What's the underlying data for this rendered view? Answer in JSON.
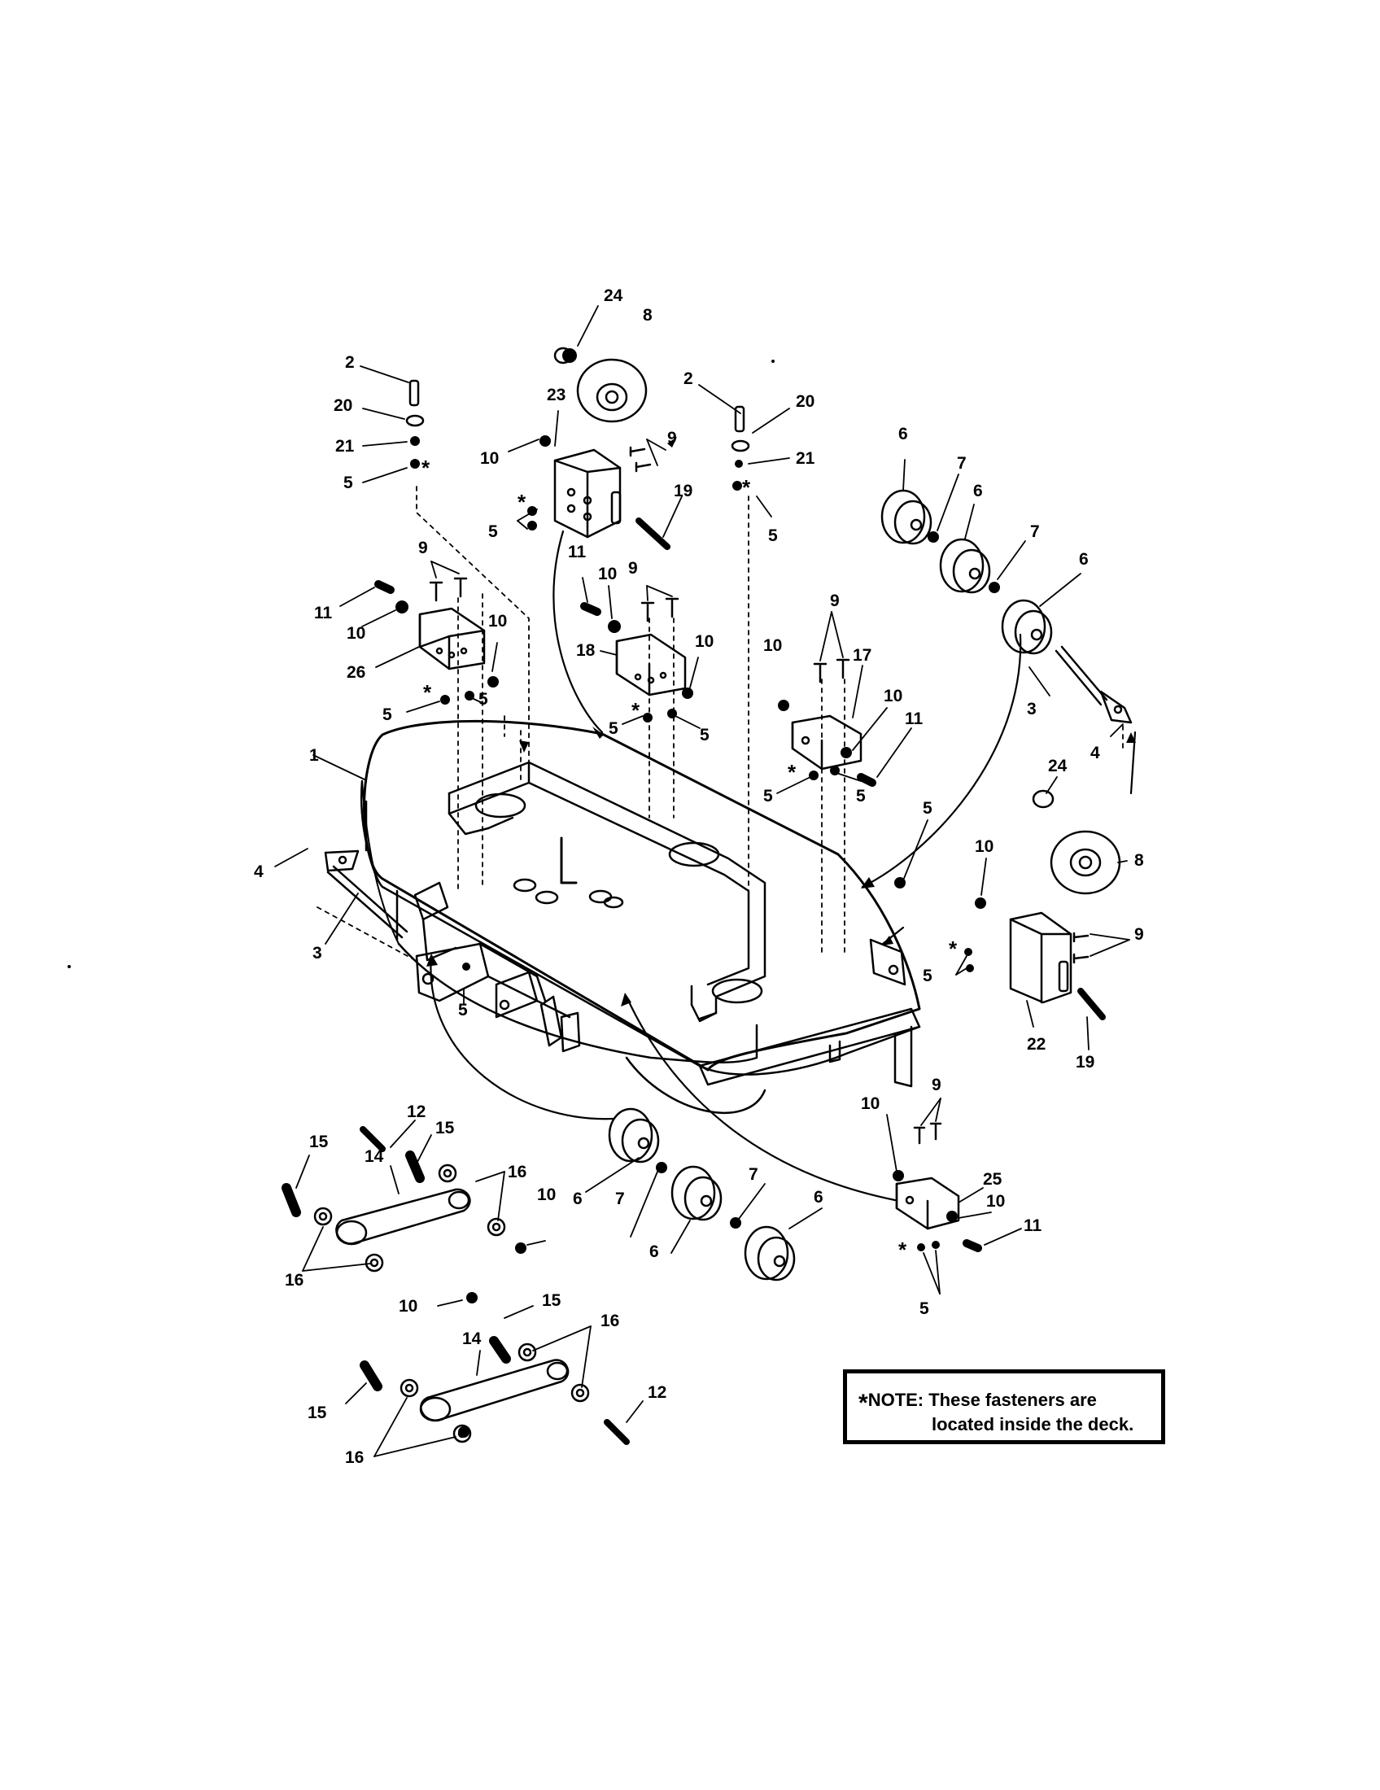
{
  "callouts": [
    {
      "id": "c24a",
      "text": "24"
    },
    {
      "id": "c8a",
      "text": "8"
    },
    {
      "id": "c2a",
      "text": "2"
    },
    {
      "id": "c20a",
      "text": "20"
    },
    {
      "id": "c21a",
      "text": "21"
    },
    {
      "id": "c5a",
      "text": "5"
    },
    {
      "id": "c23",
      "text": "23"
    },
    {
      "id": "c10a",
      "text": "10"
    },
    {
      "id": "c9a",
      "text": "9"
    },
    {
      "id": "c5b",
      "text": "5"
    },
    {
      "id": "c19a",
      "text": "19"
    },
    {
      "id": "c2b",
      "text": "2"
    },
    {
      "id": "c20b",
      "text": "20"
    },
    {
      "id": "c21b",
      "text": "21"
    },
    {
      "id": "c5c",
      "text": "5"
    },
    {
      "id": "c6a",
      "text": "6"
    },
    {
      "id": "c7a",
      "text": "7"
    },
    {
      "id": "c6b",
      "text": "6"
    },
    {
      "id": "c7b",
      "text": "7"
    },
    {
      "id": "c6c",
      "text": "6"
    },
    {
      "id": "c9b",
      "text": "9"
    },
    {
      "id": "c11a",
      "text": "11"
    },
    {
      "id": "c10b",
      "text": "10"
    },
    {
      "id": "c26",
      "text": "26"
    },
    {
      "id": "c10c",
      "text": "10"
    },
    {
      "id": "c5d",
      "text": "5"
    },
    {
      "id": "c5e",
      "text": "5"
    },
    {
      "id": "c11b",
      "text": "11"
    },
    {
      "id": "c10d",
      "text": "10"
    },
    {
      "id": "c9c",
      "text": "9"
    },
    {
      "id": "c18",
      "text": "18"
    },
    {
      "id": "c10e",
      "text": "10"
    },
    {
      "id": "c5f",
      "text": "5"
    },
    {
      "id": "c5g",
      "text": "5"
    },
    {
      "id": "c9d",
      "text": "9"
    },
    {
      "id": "c10f",
      "text": "10"
    },
    {
      "id": "c17",
      "text": "17"
    },
    {
      "id": "c10g",
      "text": "10"
    },
    {
      "id": "c11c",
      "text": "11"
    },
    {
      "id": "c5h",
      "text": "5"
    },
    {
      "id": "c5i",
      "text": "5"
    },
    {
      "id": "c3a",
      "text": "3"
    },
    {
      "id": "c4a",
      "text": "4"
    },
    {
      "id": "c1",
      "text": "1"
    },
    {
      "id": "c4b",
      "text": "4"
    },
    {
      "id": "c3b",
      "text": "3"
    },
    {
      "id": "c5j",
      "text": "5"
    },
    {
      "id": "c24b",
      "text": "24"
    },
    {
      "id": "c8b",
      "text": "8"
    },
    {
      "id": "c5k",
      "text": "5"
    },
    {
      "id": "c10h",
      "text": "10"
    },
    {
      "id": "c9e",
      "text": "9"
    },
    {
      "id": "c5l",
      "text": "5"
    },
    {
      "id": "c22",
      "text": "22"
    },
    {
      "id": "c19b",
      "text": "19"
    },
    {
      "id": "c12a",
      "text": "12"
    },
    {
      "id": "c15a",
      "text": "15"
    },
    {
      "id": "c15b",
      "text": "15"
    },
    {
      "id": "c14a",
      "text": "14"
    },
    {
      "id": "c16a",
      "text": "16"
    },
    {
      "id": "c6d",
      "text": "6"
    },
    {
      "id": "c10i",
      "text": "10"
    },
    {
      "id": "c7c",
      "text": "7"
    },
    {
      "id": "c7d",
      "text": "7"
    },
    {
      "id": "c6e",
      "text": "6"
    },
    {
      "id": "c6f",
      "text": "6"
    },
    {
      "id": "c16b",
      "text": "16"
    },
    {
      "id": "c9f",
      "text": "9"
    },
    {
      "id": "c10j",
      "text": "10"
    },
    {
      "id": "c25",
      "text": "25"
    },
    {
      "id": "c10k",
      "text": "10"
    },
    {
      "id": "c11d",
      "text": "11"
    },
    {
      "id": "c5m",
      "text": "5"
    },
    {
      "id": "c10l",
      "text": "10"
    },
    {
      "id": "c15c",
      "text": "15"
    },
    {
      "id": "c14b",
      "text": "14"
    },
    {
      "id": "c16c",
      "text": "16"
    },
    {
      "id": "c15d",
      "text": "15"
    },
    {
      "id": "c12b",
      "text": "12"
    },
    {
      "id": "c16d",
      "text": "16"
    }
  ],
  "asterisk": "*",
  "note": {
    "star": "*",
    "line1": "NOTE: These fasteners are",
    "line2": "located inside the deck."
  }
}
